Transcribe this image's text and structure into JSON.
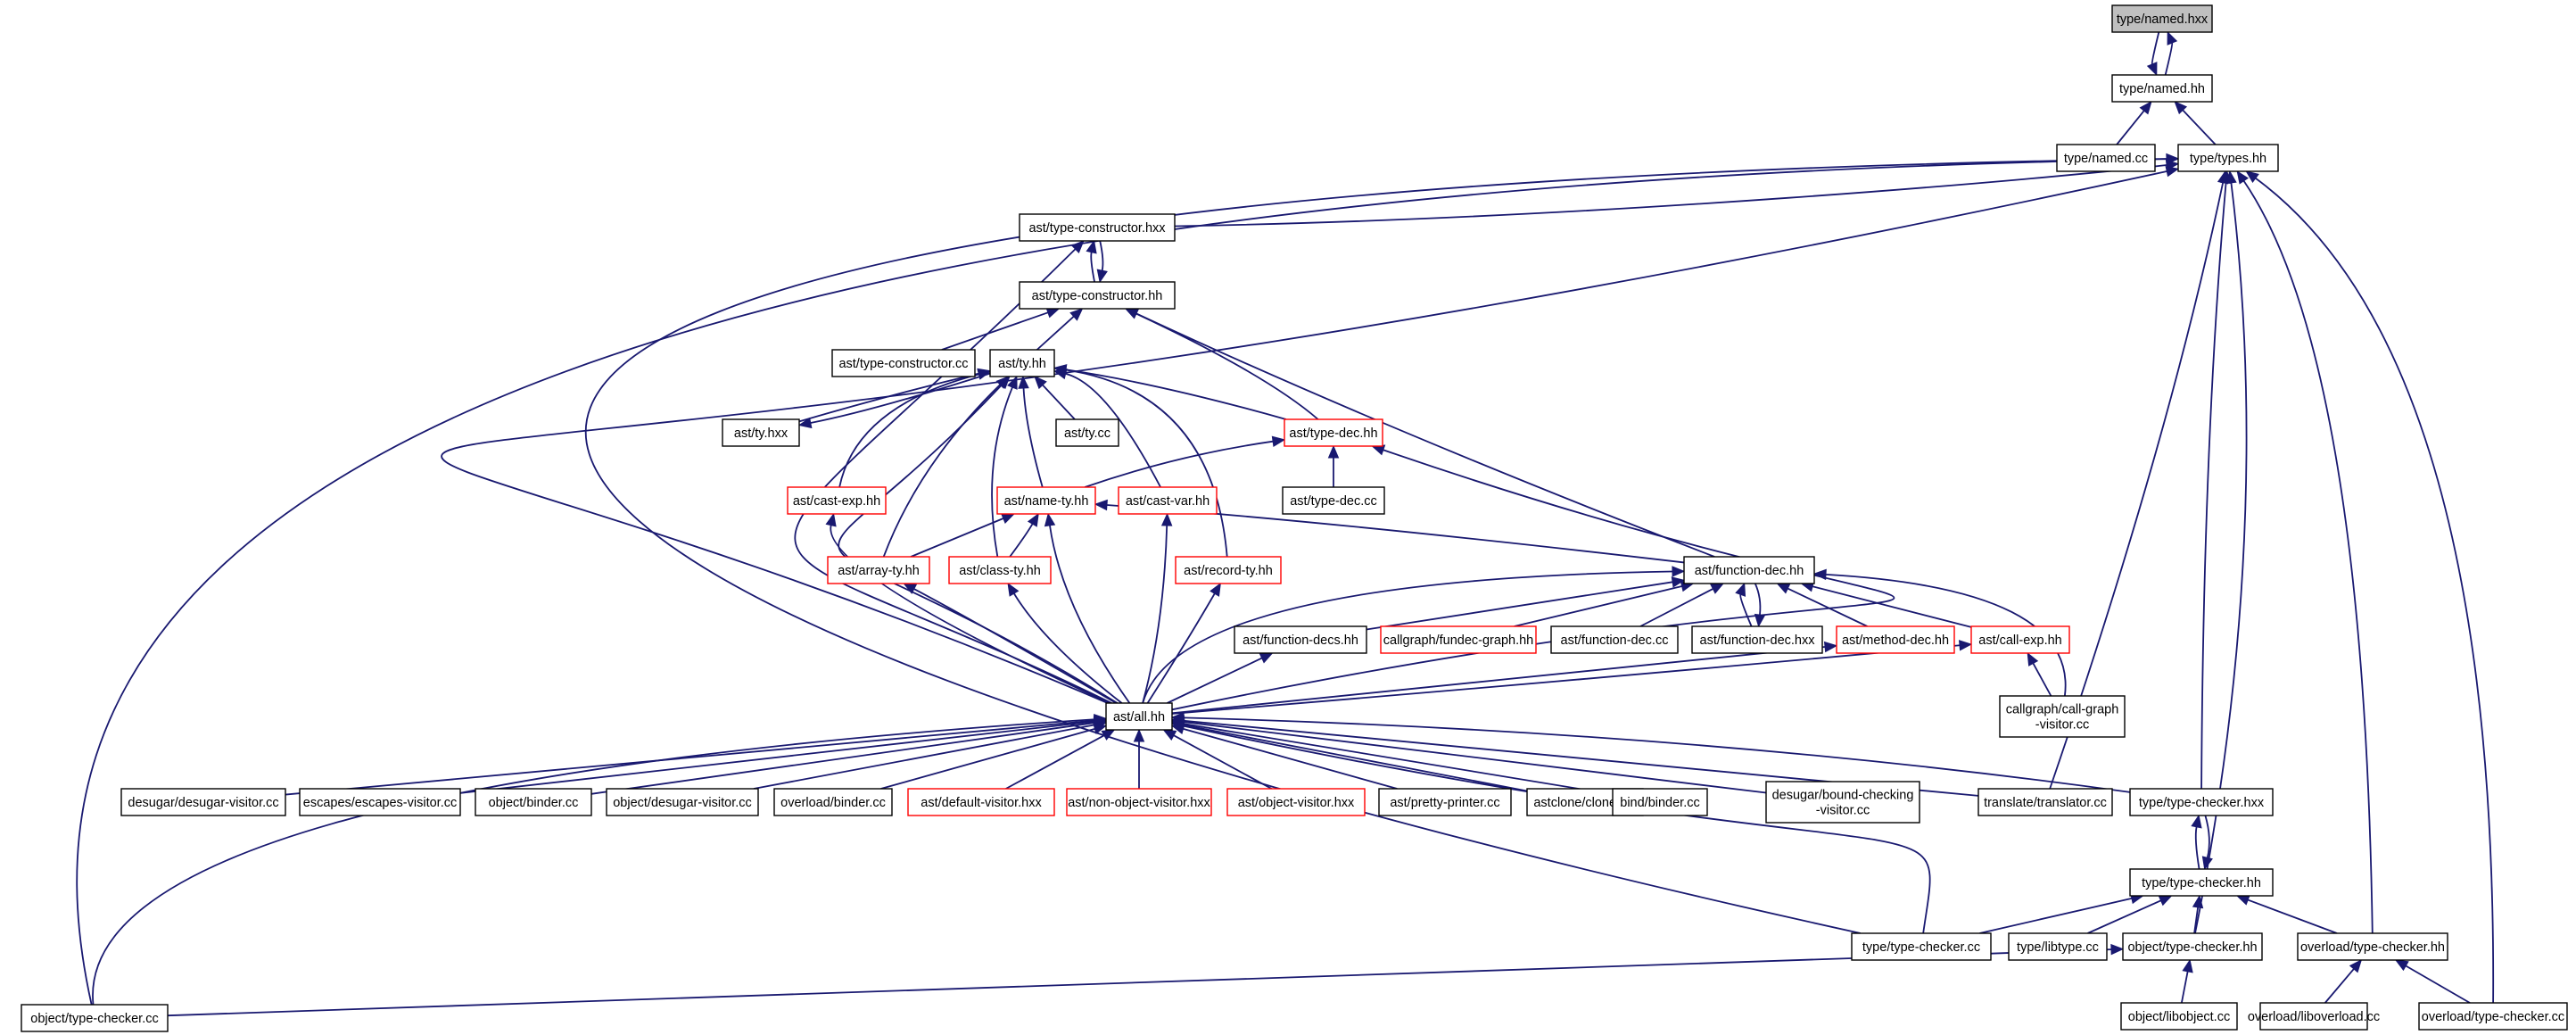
{
  "colors": {
    "edge": "#191970",
    "node_border": "#000000",
    "link_border": "#ff0000",
    "root_fill": "#bfbfbf",
    "node_fill": "#ffffff"
  },
  "nodes": [
    {
      "id": "n0",
      "lines": [
        "type/named.hxx"
      ],
      "style": "root"
    },
    {
      "id": "n1",
      "lines": [
        "type/named.hh"
      ],
      "style": "normal"
    },
    {
      "id": "n2",
      "lines": [
        "type/named.cc"
      ],
      "style": "normal"
    },
    {
      "id": "n3",
      "lines": [
        "type/types.hh"
      ],
      "style": "normal"
    },
    {
      "id": "n4",
      "lines": [
        "ast/type-constructor.hxx"
      ],
      "style": "normal"
    },
    {
      "id": "n5",
      "lines": [
        "ast/type-constructor.hh"
      ],
      "style": "normal"
    },
    {
      "id": "n6",
      "lines": [
        "ast/type-constructor.cc"
      ],
      "style": "normal"
    },
    {
      "id": "n7",
      "lines": [
        "ast/ty.hh"
      ],
      "style": "normal"
    },
    {
      "id": "n8",
      "lines": [
        "ast/ty.hxx"
      ],
      "style": "normal"
    },
    {
      "id": "n9",
      "lines": [
        "ast/ty.cc"
      ],
      "style": "normal"
    },
    {
      "id": "n10",
      "lines": [
        "ast/type-dec.hh"
      ],
      "style": "red"
    },
    {
      "id": "n11",
      "lines": [
        "ast/type-dec.cc"
      ],
      "style": "normal"
    },
    {
      "id": "n12",
      "lines": [
        "ast/cast-exp.hh"
      ],
      "style": "red"
    },
    {
      "id": "n13",
      "lines": [
        "ast/name-ty.hh"
      ],
      "style": "red"
    },
    {
      "id": "n14",
      "lines": [
        "ast/cast-var.hh"
      ],
      "style": "red"
    },
    {
      "id": "n15",
      "lines": [
        "ast/array-ty.hh"
      ],
      "style": "red"
    },
    {
      "id": "n16",
      "lines": [
        "ast/class-ty.hh"
      ],
      "style": "red"
    },
    {
      "id": "n17",
      "lines": [
        "ast/record-ty.hh"
      ],
      "style": "red"
    },
    {
      "id": "n18",
      "lines": [
        "ast/function-dec.hh"
      ],
      "style": "normal"
    },
    {
      "id": "n19",
      "lines": [
        "ast/function-decs.hh"
      ],
      "style": "normal"
    },
    {
      "id": "n20",
      "lines": [
        "callgraph/fundec-graph.hh"
      ],
      "style": "red"
    },
    {
      "id": "n21",
      "lines": [
        "ast/function-dec.cc"
      ],
      "style": "normal"
    },
    {
      "id": "n22",
      "lines": [
        "ast/function-dec.hxx"
      ],
      "style": "normal"
    },
    {
      "id": "n23",
      "lines": [
        "ast/method-dec.hh"
      ],
      "style": "red"
    },
    {
      "id": "n24",
      "lines": [
        "ast/call-exp.hh"
      ],
      "style": "red"
    },
    {
      "id": "n25",
      "lines": [
        "callgraph/call-graph",
        "-visitor.cc"
      ],
      "style": "normal"
    },
    {
      "id": "n26",
      "lines": [
        "ast/all.hh"
      ],
      "style": "normal"
    },
    {
      "id": "n27",
      "lines": [
        "desugar/desugar-visitor.cc"
      ],
      "style": "normal"
    },
    {
      "id": "n28",
      "lines": [
        "escapes/escapes-visitor.cc"
      ],
      "style": "normal"
    },
    {
      "id": "n29",
      "lines": [
        "object/binder.cc"
      ],
      "style": "normal"
    },
    {
      "id": "n30",
      "lines": [
        "object/desugar-visitor.cc"
      ],
      "style": "normal"
    },
    {
      "id": "n31",
      "lines": [
        "overload/binder.cc"
      ],
      "style": "normal"
    },
    {
      "id": "n32",
      "lines": [
        "ast/default-visitor.hxx"
      ],
      "style": "red"
    },
    {
      "id": "n33",
      "lines": [
        "ast/non-object-visitor.hxx"
      ],
      "style": "red"
    },
    {
      "id": "n34",
      "lines": [
        "ast/object-visitor.hxx"
      ],
      "style": "red"
    },
    {
      "id": "n35",
      "lines": [
        "ast/pretty-printer.cc"
      ],
      "style": "normal"
    },
    {
      "id": "n36",
      "lines": [
        "astclone/cloner.cc"
      ],
      "style": "normal"
    },
    {
      "id": "n37",
      "lines": [
        "bind/binder.cc"
      ],
      "style": "normal"
    },
    {
      "id": "n38",
      "lines": [
        "desugar/bound-checking",
        "-visitor.cc"
      ],
      "style": "normal"
    },
    {
      "id": "n39",
      "lines": [
        "translate/translator.cc"
      ],
      "style": "normal"
    },
    {
      "id": "n40",
      "lines": [
        "type/type-checker.hxx"
      ],
      "style": "normal"
    },
    {
      "id": "n41",
      "lines": [
        "type/type-checker.hh"
      ],
      "style": "normal"
    },
    {
      "id": "n42",
      "lines": [
        "type/type-checker.cc"
      ],
      "style": "normal"
    },
    {
      "id": "n43",
      "lines": [
        "type/libtype.cc"
      ],
      "style": "normal"
    },
    {
      "id": "n44",
      "lines": [
        "object/type-checker.hh"
      ],
      "style": "normal"
    },
    {
      "id": "n45",
      "lines": [
        "overload/type-checker.hh"
      ],
      "style": "normal"
    },
    {
      "id": "n46",
      "lines": [
        "object/type-checker.cc"
      ],
      "style": "normal"
    },
    {
      "id": "n47",
      "lines": [
        "object/libobject.cc"
      ],
      "style": "normal"
    },
    {
      "id": "n48",
      "lines": [
        "overload/liboverload.cc"
      ],
      "style": "normal"
    },
    {
      "id": "n49",
      "lines": [
        "overload/type-checker.cc"
      ],
      "style": "normal"
    }
  ]
}
